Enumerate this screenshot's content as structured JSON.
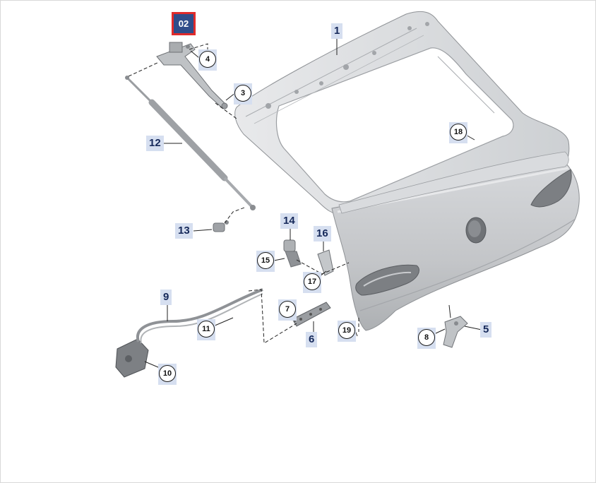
{
  "diagram": {
    "badge": "02",
    "plain_labels": [
      {
        "key": "p1",
        "text": "1"
      },
      {
        "key": "p12",
        "text": "12"
      },
      {
        "key": "p13",
        "text": "13"
      },
      {
        "key": "p14",
        "text": "14"
      },
      {
        "key": "p16",
        "text": "16"
      },
      {
        "key": "p9",
        "text": "9"
      },
      {
        "key": "p6",
        "text": "6"
      },
      {
        "key": "p5",
        "text": "5"
      }
    ],
    "circle_labels": [
      {
        "key": "c4",
        "text": "4"
      },
      {
        "key": "c3",
        "text": "3"
      },
      {
        "key": "c18",
        "text": "18"
      },
      {
        "key": "c15",
        "text": "15"
      },
      {
        "key": "c17",
        "text": "17"
      },
      {
        "key": "c7",
        "text": "7"
      },
      {
        "key": "c11",
        "text": "11"
      },
      {
        "key": "c19",
        "text": "19"
      },
      {
        "key": "c8",
        "text": "8"
      },
      {
        "key": "c10",
        "text": "10"
      }
    ],
    "colors": {
      "badge_fill": "#2f4d8a",
      "badge_border": "#e02b2b",
      "label_background": "#d6dff0",
      "label_text": "#16295a",
      "part_gray": "#c9cbce"
    }
  }
}
